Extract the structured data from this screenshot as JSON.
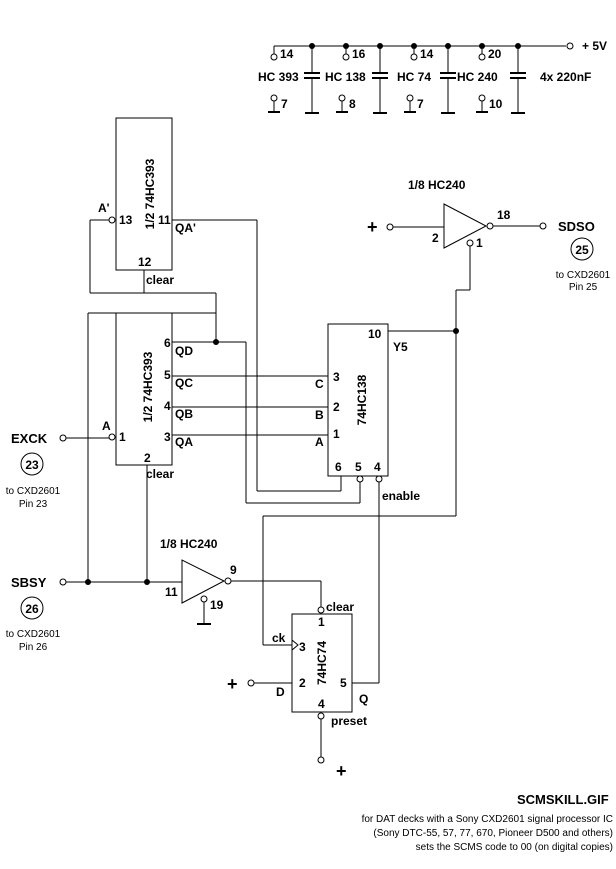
{
  "supply": {
    "vcc": "+ 5V",
    "caps": "4x 220nF",
    "chips": [
      {
        "name": "HC 393",
        "vcc_pin": "14",
        "gnd_pin": "7"
      },
      {
        "name": "HC 138",
        "vcc_pin": "16",
        "gnd_pin": "8"
      },
      {
        "name": "HC 74",
        "vcc_pin": "14",
        "gnd_pin": "7"
      },
      {
        "name": "HC 240",
        "vcc_pin": "20",
        "gnd_pin": "10"
      }
    ]
  },
  "chip_393_top": {
    "name": "1/2  74HC393",
    "pin_in": "13",
    "pin_in_label": "A'",
    "pin_out": "11",
    "pin_out_label": "QA'",
    "pin_clear": "12",
    "clear_label": "clear"
  },
  "chip_393_bottom": {
    "name": "1/2  74HC393",
    "pin_in": "1",
    "pin_in_label": "A",
    "pins": [
      {
        "num": "6",
        "label": "QD"
      },
      {
        "num": "5",
        "label": "QC"
      },
      {
        "num": "4",
        "label": "QB"
      },
      {
        "num": "3",
        "label": "QA"
      }
    ],
    "pin_clear": "2",
    "clear_label": "clear"
  },
  "chip_138": {
    "name": "74HC138",
    "pin_out": "10",
    "out_label": "Y5",
    "inputs": [
      {
        "num": "3",
        "label": "C"
      },
      {
        "num": "2",
        "label": "B"
      },
      {
        "num": "1",
        "label": "A"
      }
    ],
    "pin6": "6",
    "pin5": "5",
    "pin4": "4",
    "enable_label": "enable"
  },
  "buffer_top": {
    "name": "1/8  HC240",
    "pin_in": "2",
    "pin_out": "18",
    "pin_en": "1",
    "plus": "+"
  },
  "buffer_bottom": {
    "name": "1/8  HC240",
    "pin_in": "11",
    "pin_out": "9",
    "pin_en": "19"
  },
  "chip_74": {
    "name": "74HC74",
    "pin_clear": "1",
    "clear_label": "clear",
    "pin_ck": "3",
    "ck_label": "ck",
    "pin_d": "2",
    "d_label": "D",
    "pin_q": "5",
    "q_label": "Q",
    "pin_preset": "4",
    "preset_label": "preset",
    "plus_d": "+",
    "plus_preset": "+"
  },
  "signals": {
    "sdso": {
      "name": "SDSO",
      "pin": "25",
      "note1": "to CXD2601",
      "note2": "Pin 25"
    },
    "exck": {
      "name": "EXCK",
      "pin": "23",
      "note1": "to CXD2601",
      "note2": "Pin 23"
    },
    "sbsy": {
      "name": "SBSY",
      "pin": "26",
      "note1": "to CXD2601",
      "note2": "Pin 26"
    }
  },
  "footer": {
    "title": "SCMSKILL.GIF",
    "lines": [
      "for DAT decks with a Sony CXD2601 signal processor IC",
      "(Sony DTC-55, 57, 77, 670, Pioneer D500 and others)",
      "sets the SCMS code to 00 (on digital copies)"
    ]
  }
}
